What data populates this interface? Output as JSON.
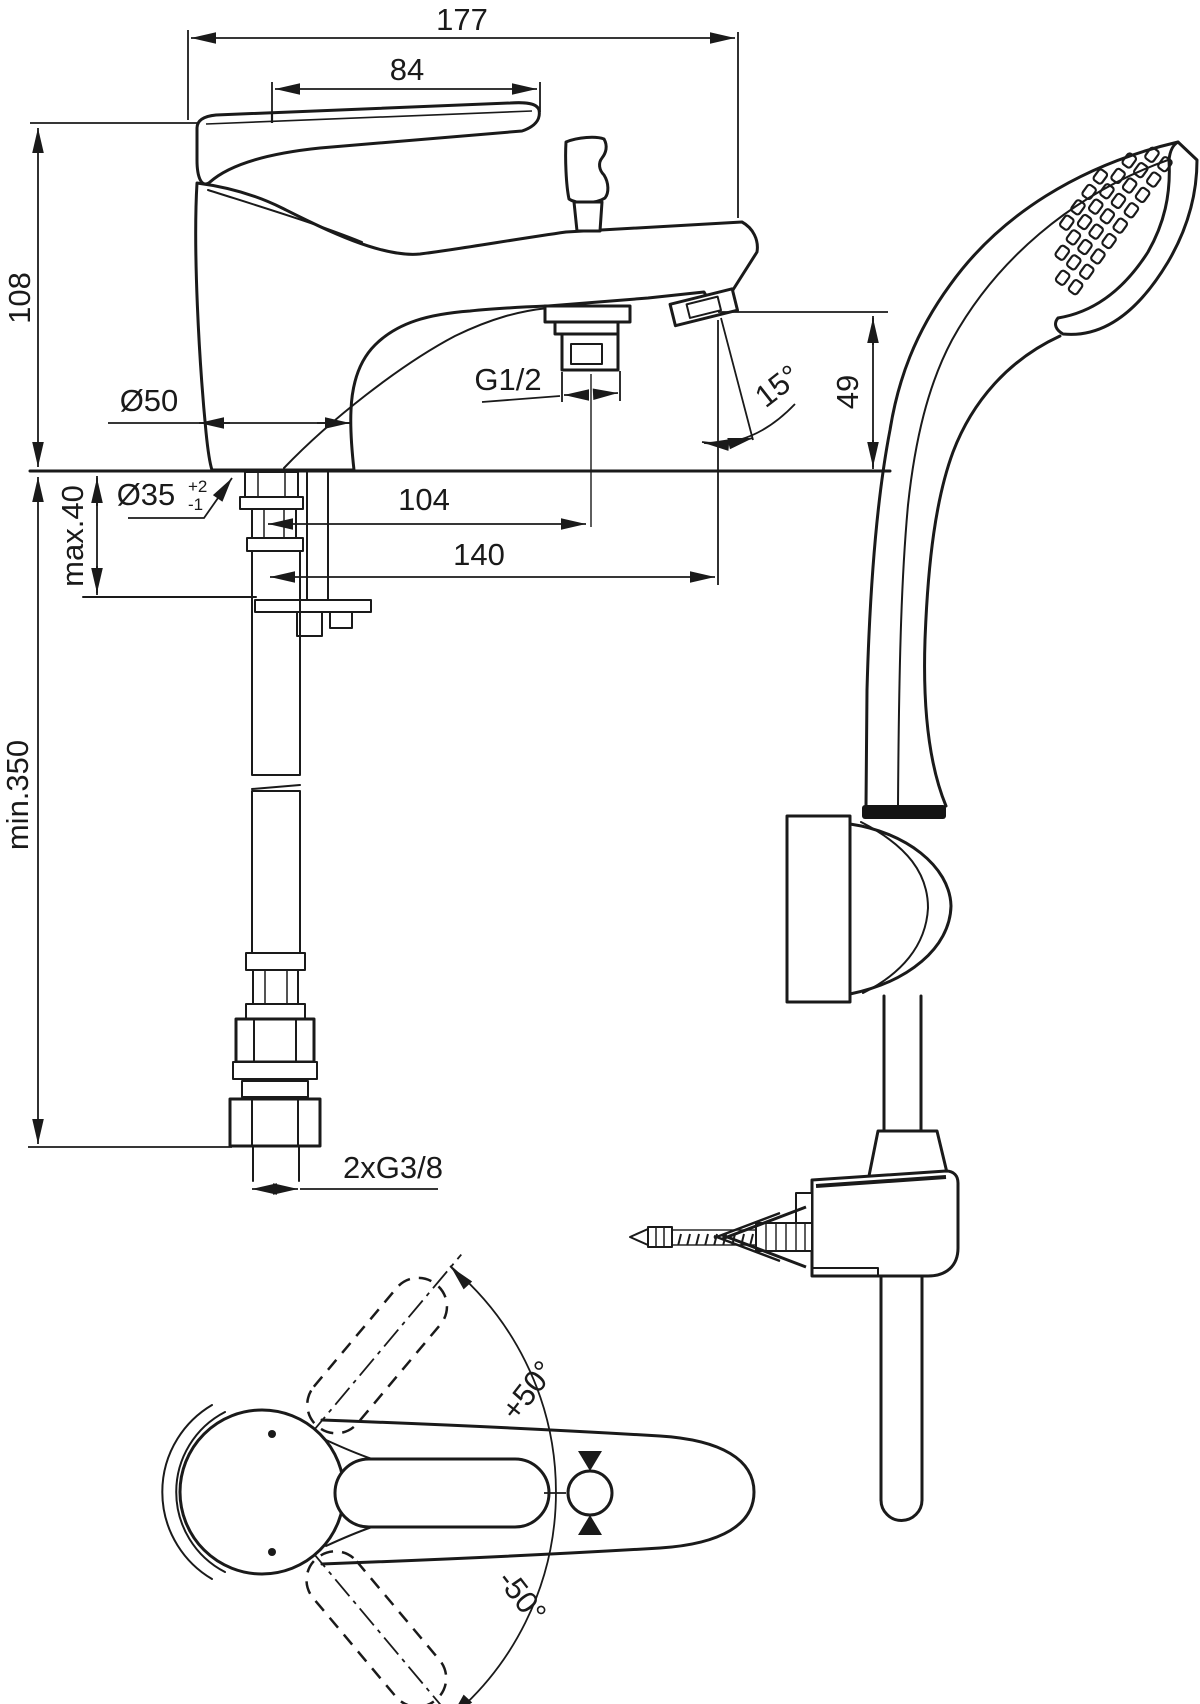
{
  "drawing": {
    "type": "installation-dimension-drawing",
    "subject": "bath shower mixer with hand shower set",
    "line_color": "#1a1a1a",
    "background": "#ffffff",
    "annotations": {
      "total_length": "177",
      "handle_length": "84",
      "body_height": "108",
      "body_diameter": "Ø50",
      "deck_hole_diameter": "Ø35",
      "deck_hole_tol_upper": "+2",
      "deck_hole_tol_lower": "-1",
      "deck_thickness": "max.40",
      "hose_length": "min.350",
      "outlet_thread": "G1/2",
      "outlet_offset": "104",
      "spout_reach": "140",
      "outlet_angle": "15°",
      "outlet_height": "49",
      "supply_connection": "2xG3/8",
      "handle_swing_up": "+50°",
      "handle_swing_down": "-50°"
    }
  }
}
